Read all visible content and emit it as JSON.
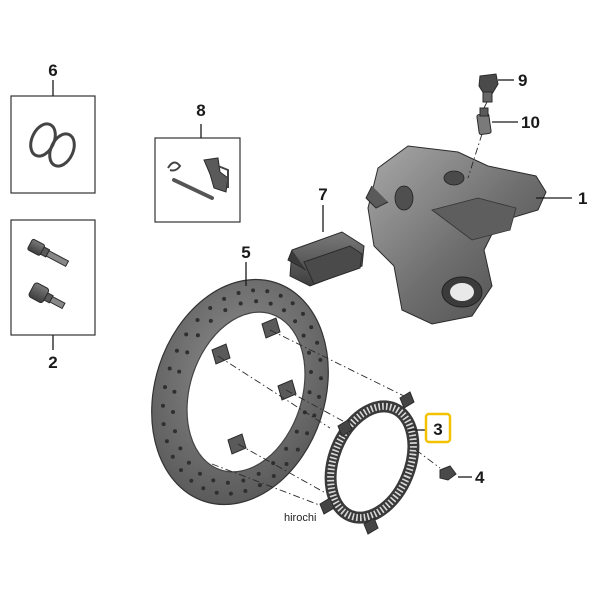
{
  "callouts": {
    "c1": "1",
    "c2": "2",
    "c3": "3",
    "c4": "4",
    "c5": "5",
    "c6": "6",
    "c7": "7",
    "c8": "8",
    "c9": "9",
    "c10": "10"
  },
  "highlight_color": "#f2c200",
  "part_color": "#6b6b6b",
  "watermark": "hirochi"
}
